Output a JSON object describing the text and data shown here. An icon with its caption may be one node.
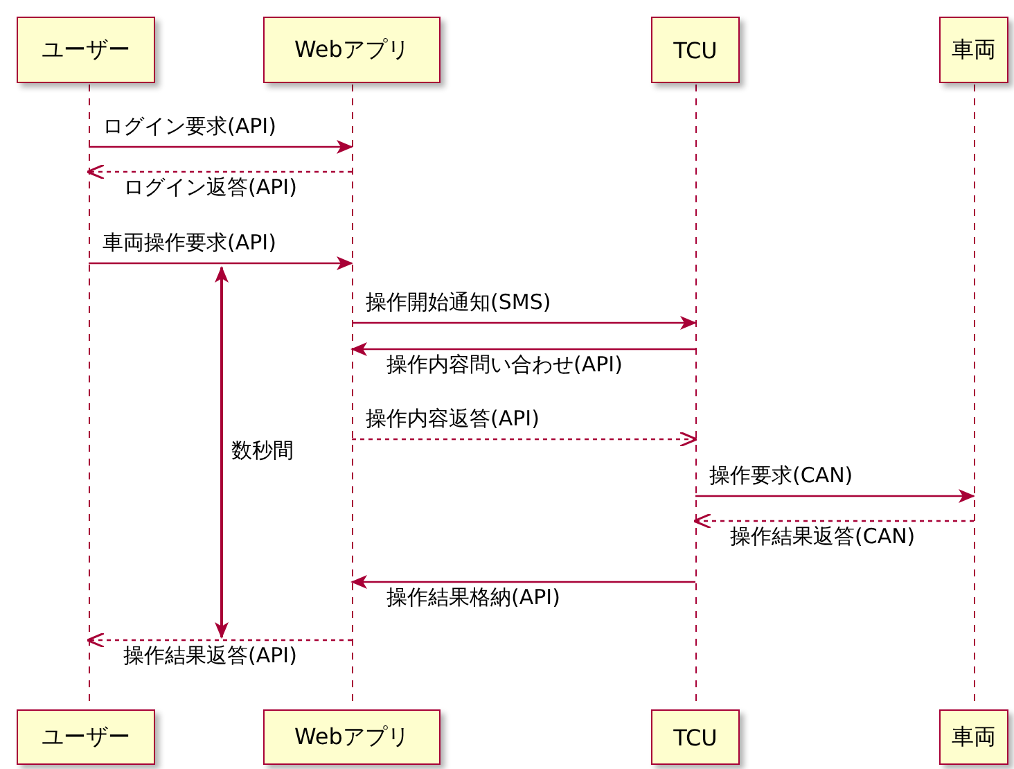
{
  "diagram": {
    "nodes": [
      {
        "text": [
          "ユーザー"
        ]
      },
      {
        "text": [
          "Webアプリ"
        ]
      },
      {
        "text": [
          "TCU"
        ]
      },
      {
        "text": [
          "車両"
        ]
      },
      {
        "text": [],
        "shape": "line"
      },
      {
        "text": [],
        "shape": "line"
      },
      {
        "text": [],
        "shape": "line"
      },
      {
        "text": [],
        "shape": "line"
      },
      {
        "text": [
          "ユーザー"
        ]
      },
      {
        "text": [
          "Webアプリ"
        ]
      },
      {
        "text": [
          "TCU"
        ]
      },
      {
        "text": [
          "車両"
        ]
      }
    ],
    "edges": [
      {
        "from": 4,
        "to": 5,
        "arrow": "to",
        "label": "ログイン要求(API)"
      },
      {
        "from": 5,
        "to": 4,
        "arrow": "to",
        "label": "ログイン返答(API)",
        "style": "dashed"
      },
      {
        "from": 4,
        "to": 5,
        "arrow": "to",
        "label": "車両操作要求(API)"
      },
      {
        "from": 5,
        "to": 6,
        "arrow": "to",
        "label": "操作開始通知(SMS)"
      },
      {
        "from": 6,
        "to": 5,
        "arrow": "to",
        "label": "操作内容問い合わせ(API)"
      },
      {
        "from": 5,
        "to": 6,
        "arrow": "to",
        "label": "操作内容返答(API)",
        "style": "dashed"
      },
      {
        "from": 6,
        "to": 7,
        "arrow": "to",
        "label": "操作要求(CAN)"
      },
      {
        "from": 7,
        "to": 6,
        "arrow": "to",
        "label": "操作結果返答(CAN)",
        "style": "dashed"
      },
      {
        "from": 6,
        "to": 5,
        "arrow": "to",
        "label": "操作結果格納(API)"
      },
      {
        "from": 5,
        "to": 4,
        "arrow": "to",
        "label": "操作結果返答(API)",
        "style": "dashed"
      }
    ],
    "labels": [
      "数秒間"
    ]
  }
}
